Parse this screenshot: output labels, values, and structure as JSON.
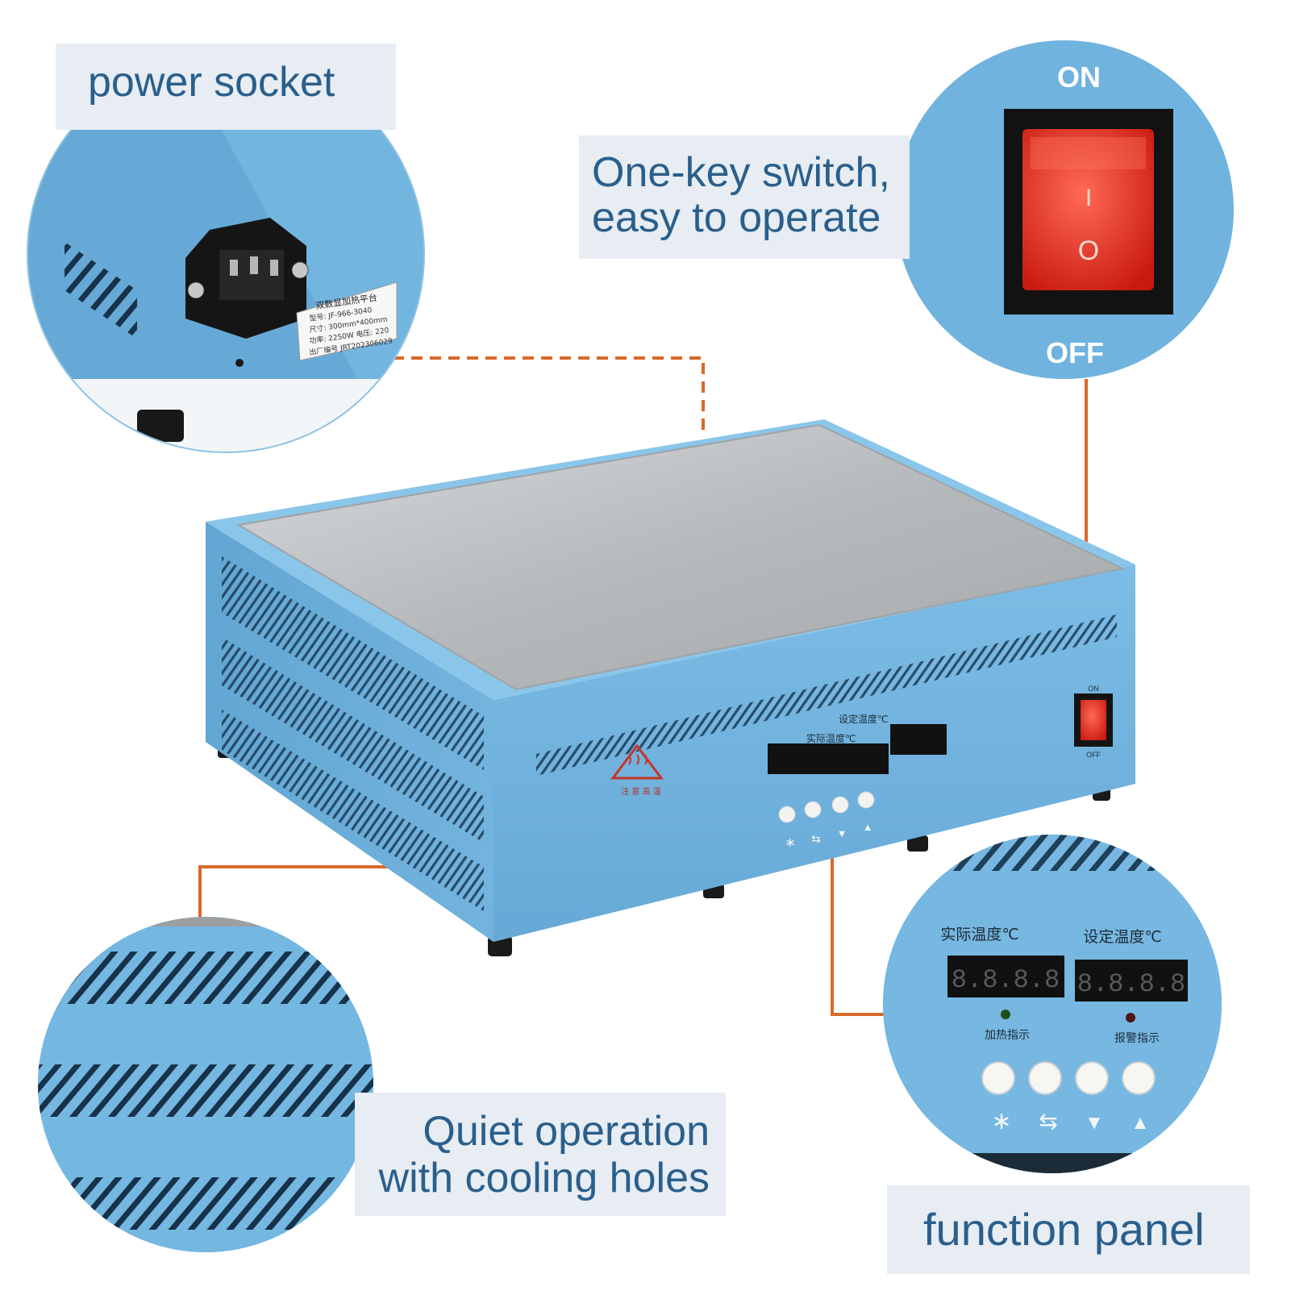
{
  "callouts": {
    "power_socket": "power socket",
    "switch_line1": "One-key switch,",
    "switch_line2": "easy to operate",
    "quiet_line1": "Quiet operation",
    "quiet_line2": "with cooling holes",
    "function_panel": "function panel"
  },
  "switch": {
    "on": "ON",
    "off": "OFF",
    "on_symbol": "I",
    "off_symbol": "O"
  },
  "device_switch": {
    "on": "ON",
    "off": "OFF"
  },
  "nameplate": {
    "title": "双数显加热平台",
    "model": "型号: JF-966-3040",
    "size": "尺寸: 300mm*400mm",
    "power": "功率: 2250W 电压: 220",
    "serial": "出厂编号 JRT202306029"
  },
  "panel": {
    "actual_temp": "实际温度℃",
    "set_temp": "设定温度℃",
    "display_actual": "8.8.8.8",
    "display_set": "8.8.8.8",
    "heat_indicator": "加热指示",
    "alarm_indicator": "报警指示",
    "key_symbols": [
      "∗",
      "⇆",
      "▼",
      "▲"
    ]
  },
  "warning": {
    "text": "注 意 高 温"
  },
  "colors": {
    "device_blue": "#6fb3de",
    "plate_silver": "#b9bcbf",
    "callout_bg": "#e7edf2",
    "callout_text": "#2a5f8c",
    "leader_orange": "#d9692a",
    "switch_red": "#e52a1e"
  }
}
